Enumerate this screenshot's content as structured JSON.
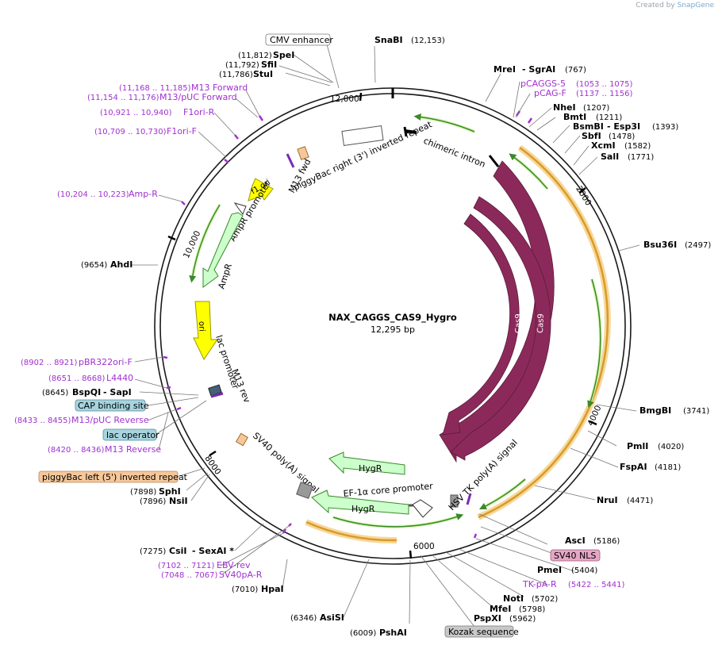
{
  "credit": {
    "prefix": "Created by",
    "brand": "SnapGene"
  },
  "plasmid": {
    "name": "NAX_CAGGS_CAS9_Hygro",
    "length": "12,295 bp"
  },
  "ruler": [
    "12,000",
    "2000",
    "4000",
    "6000",
    "8000",
    "10,000"
  ],
  "enzymes": [
    {
      "name": "SnaBI",
      "pos": "(12,153)"
    },
    {
      "name": "SpeI",
      "pos": "(11,812)"
    },
    {
      "name": "SfiI",
      "pos": "(11,792)"
    },
    {
      "name": "StuI",
      "pos": "(11,786)"
    },
    {
      "name": "MreI",
      "name2": "- SgrAI",
      "pos": "(767)"
    },
    {
      "name": "NheI",
      "pos": "(1207)"
    },
    {
      "name": "BmtI",
      "pos": "(1211)"
    },
    {
      "name": "BsmBI",
      "name2": "- Esp3I",
      "pos": "(1393)"
    },
    {
      "name": "SbfI",
      "pos": "(1478)"
    },
    {
      "name": "XcmI",
      "pos": "(1582)"
    },
    {
      "name": "SalI",
      "pos": "(1771)"
    },
    {
      "name": "Bsu36I",
      "pos": "(2497)"
    },
    {
      "name": "BmgBI",
      "pos": "(3741)"
    },
    {
      "name": "PmlI",
      "pos": "(4020)"
    },
    {
      "name": "FspAI",
      "pos": "(4181)"
    },
    {
      "name": "NruI",
      "pos": "(4471)"
    },
    {
      "name": "AscI",
      "pos": "(5186)"
    },
    {
      "name": "PmeI",
      "pos": "(5404)"
    },
    {
      "name": "NotI",
      "pos": "(5702)"
    },
    {
      "name": "MfeI",
      "pos": "(5798)"
    },
    {
      "name": "PspXI",
      "pos": "(5962)"
    },
    {
      "name": "PshAI",
      "pos": "(6009)"
    },
    {
      "name": "AsiSI",
      "pos": "(6346)"
    },
    {
      "name": "HpaI",
      "pos": "(7010)"
    },
    {
      "name": "CsiI",
      "name2": "- SexAI *",
      "pos": "(7275)"
    },
    {
      "name": "SphI",
      "pos": "(7898)"
    },
    {
      "name": "NsiI",
      "pos": "(7896)"
    },
    {
      "name": "BspQI",
      "name2": "- SapI",
      "pos": "(8645)"
    },
    {
      "name": "AhdI",
      "pos": "(9654)"
    }
  ],
  "primers": [
    {
      "name": "M13 Forward",
      "pos": "(11,168 .. 11,185)"
    },
    {
      "name": "M13/pUC Forward",
      "pos": "(11,154 .. 11,176)"
    },
    {
      "name": "F1ori-R",
      "pos": "(10,921 .. 10,940)"
    },
    {
      "name": "F1ori-F",
      "pos": "(10,709 .. 10,730)"
    },
    {
      "name": "Amp-R",
      "pos": "(10,204 .. 10,223)"
    },
    {
      "name": "pCAGGS-5",
      "pos": "(1053 .. 1075)"
    },
    {
      "name": "pCAG-F",
      "pos": "(1137 .. 1156)"
    },
    {
      "name": "pBR322ori-F",
      "pos": "(8902 .. 8921)"
    },
    {
      "name": "L4440",
      "pos": "(8651 .. 8668)"
    },
    {
      "name": "M13/pUC Reverse",
      "pos": "(8433 .. 8455)"
    },
    {
      "name": "M13 Reverse",
      "pos": "(8420 .. 8436)"
    },
    {
      "name": "TK-pA-R",
      "pos": "(5422 .. 5441)"
    },
    {
      "name": "EBV-rev",
      "pos": "(7102 .. 7121)"
    },
    {
      "name": "SV40pA-R",
      "pos": "(7048 .. 7067)"
    }
  ],
  "boxed": {
    "cmv": "CMV enhancer",
    "cap": "CAP binding site",
    "lacop": "lac operator",
    "pb_left": "piggyBac left (5') inverted repeat",
    "sv40nls": "SV40 NLS",
    "kozak": "Kozak sequence"
  },
  "features": {
    "pb_right": "piggyBac right (3') inverted repeat",
    "m13fwd": "M13 fwd",
    "f1ori": "f1 ori",
    "ampr_promoter": "AmpR promoter",
    "ampr": "AmpR",
    "ori": "ori",
    "lac_promoter": "lac promoter",
    "m13rev": "M13 rev",
    "chimeric_intron": "chimeric intron",
    "cas9": "Cas9",
    "hsv_tk": "HSV TK poly(A) signal",
    "hygr": "HygR",
    "ef1a": "EF-1α core promoter",
    "sv40_polya": "SV40 poly(A) signal"
  },
  "colors": {
    "backbone": "#1a1a1a",
    "cas9": "#8b2a5a",
    "marker_fill": "#ccffcc",
    "marker_stroke": "#3a8a2a",
    "ori_fill": "#ffff00",
    "orange_band": "#f0b040",
    "primer": "#a030d0",
    "cyan_box": "#a6d4df",
    "peach_box": "#f6c79a",
    "pink_box": "#e6a6c6",
    "grey_box": "#c8c8c8"
  }
}
